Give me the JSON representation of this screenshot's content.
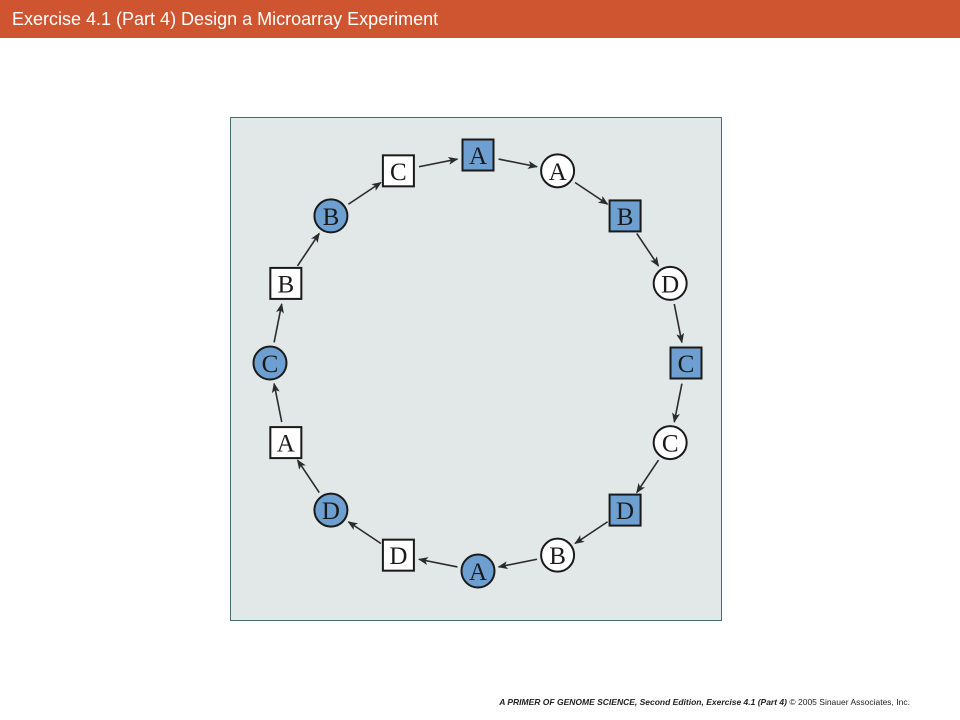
{
  "header": {
    "title": "Exercise 4.1 (Part 4)  Design a Microarray Experiment",
    "bg_color": "#cf5530"
  },
  "diagram": {
    "panel_color": "#e1e8e7",
    "filled_color": "#6e9fd1",
    "open_color": "#ffffff",
    "arrow_direction": "clockwise",
    "nodes": [
      {
        "label": "A",
        "shape": "square",
        "filled": true
      },
      {
        "label": "A",
        "shape": "circle",
        "filled": false
      },
      {
        "label": "B",
        "shape": "square",
        "filled": true
      },
      {
        "label": "D",
        "shape": "circle",
        "filled": false
      },
      {
        "label": "C",
        "shape": "square",
        "filled": true
      },
      {
        "label": "C",
        "shape": "circle",
        "filled": false
      },
      {
        "label": "D",
        "shape": "square",
        "filled": true
      },
      {
        "label": "B",
        "shape": "circle",
        "filled": false
      },
      {
        "label": "A",
        "shape": "circle",
        "filled": true
      },
      {
        "label": "D",
        "shape": "square",
        "filled": false
      },
      {
        "label": "D",
        "shape": "circle",
        "filled": true
      },
      {
        "label": "A",
        "shape": "square",
        "filled": false
      },
      {
        "label": "C",
        "shape": "circle",
        "filled": true
      },
      {
        "label": "B",
        "shape": "square",
        "filled": false
      },
      {
        "label": "B",
        "shape": "circle",
        "filled": true
      },
      {
        "label": "C",
        "shape": "square",
        "filled": false
      }
    ]
  },
  "footer": {
    "book": "A PRIMER OF GENOME SCIENCE, Second Edition, Exercise 4.1 (Part 4)",
    "copyright": "© 2005 Sinauer Associates, Inc."
  }
}
